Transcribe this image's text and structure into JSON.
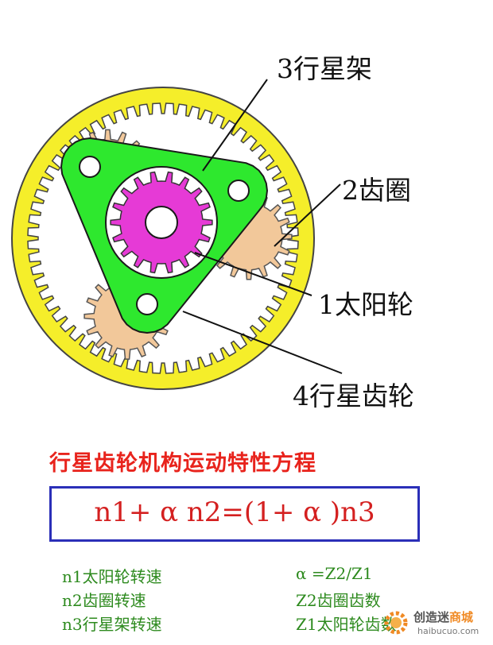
{
  "diagram": {
    "labels": {
      "carrier": "3行星架",
      "ring": "2齿圈",
      "sun": "1太阳轮",
      "planet": "4行星齿轮"
    },
    "colors": {
      "ring_gear": "#f5ee2a",
      "carrier": "#2ee82e",
      "sun_gear": "#e63ad6",
      "planet_gear": "#f2c89a",
      "leader_lines": "#111111"
    }
  },
  "title": "行星齿轮机构运动特性方程",
  "equation": "n1+  α n2=(1+  α )n3",
  "legend": {
    "left": [
      "n1太阳轮转速",
      "n2齿圈转速",
      "n3行星架转速"
    ],
    "right": [
      "α  =Z2/Z1",
      "Z2齿圈齿数",
      "Z1太阳轮齿数"
    ]
  },
  "watermark": {
    "line1_main": "创造迷",
    "line1_accent": "商城",
    "line2": "haibucuo.com"
  }
}
